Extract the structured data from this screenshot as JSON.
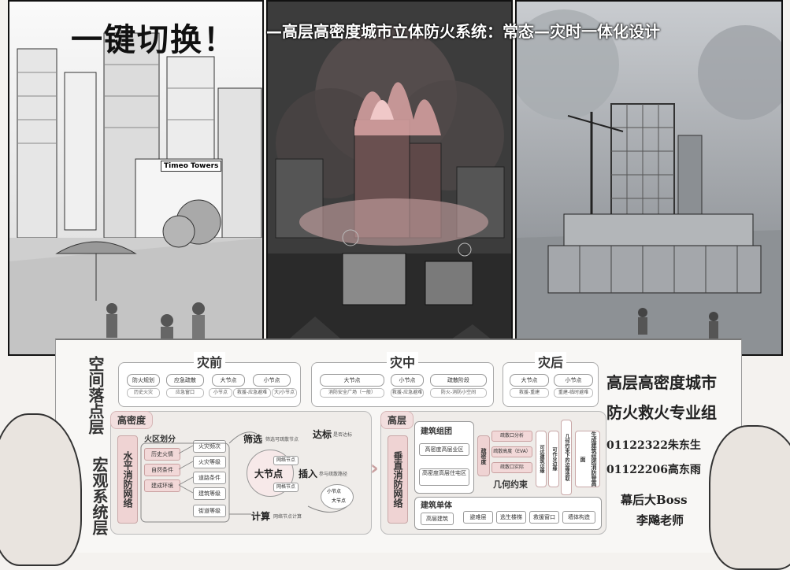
{
  "header": {
    "title": "一键切换！",
    "subtitle": "—高层高密度城市立体防火系统：常态—灾时一体化设计"
  },
  "comic": {
    "sign_text": "Timeo Towers"
  },
  "phases": [
    {
      "label": "灾前",
      "items": [
        "防火规划",
        "应急疏散",
        "大节点",
        "小节点"
      ],
      "subs": [
        "历史火灾",
        "应急窗口",
        "小节点",
        "救援-应急避难",
        "大/小节点"
      ]
    },
    {
      "label": "灾中",
      "items": [
        "大节点",
        "小节点",
        "疏散阶段"
      ],
      "subs": [
        "消防安全广场（一般）",
        "救援-应急避难",
        "防火-消防小空间"
      ]
    },
    {
      "label": "灾后",
      "items": [
        "大节点",
        "小节点"
      ],
      "subs": [
        "救援-重建",
        "重建-临时避难"
      ]
    }
  ],
  "left_vertical_titles": [
    "空间落点层",
    "宏观系统层"
  ],
  "module_left": {
    "title": "高密度",
    "vbar": "水平消防网络",
    "zone": "火区划分",
    "rows": [
      {
        "left": "历史火情",
        "right": "火灾频次"
      },
      {
        "left": "自然条件",
        "right": "火灾等级"
      },
      {
        "left": "建成环境",
        "right": "道路条件"
      },
      {
        "left": "",
        "right": "建筑等级"
      },
      {
        "left": "",
        "right": "街道等级"
      }
    ],
    "filter": "筛选",
    "filter_note": "筛选可疏散节点",
    "node_big": "大节点",
    "node_tags": [
      "网络节点",
      "网格节点"
    ],
    "benchmark": "达标",
    "benchmark_note": "是否达标",
    "insert": "插入",
    "insert_note": "参与疏散路径",
    "circles": [
      "小节点",
      "大节点"
    ],
    "calc": "计算",
    "calc_note": "网络节点计算"
  },
  "module_right": {
    "title": "高层",
    "vbar": "垂直消防网络",
    "group_title": "建筑组团",
    "group_items": [
      "高密度高层业区",
      "高密度高层住宅区"
    ],
    "density_label": "疏密度",
    "evac_items": [
      "疏散口分析",
      "疏散高度（EVA）",
      "疏散口实际"
    ],
    "geometry": "几何约束",
    "side_labels": [
      "可达建筑边缘",
      "可作业边缘",
      "几何约束下的边缘选取",
      "生成建筑组团消防登高面"
    ],
    "unit_title": "建筑单体",
    "unit_items": [
      "高层建筑",
      "避难层",
      "逃生楼梯",
      "救援窗口",
      "墙体构造"
    ]
  },
  "team": {
    "line1": "高层高密度城市",
    "line2": "防火救火专业组",
    "member1": "01122322朱东生",
    "member2": "01122206高东雨",
    "boss_label": "幕后大Boss",
    "boss_name": "李飚老师"
  }
}
